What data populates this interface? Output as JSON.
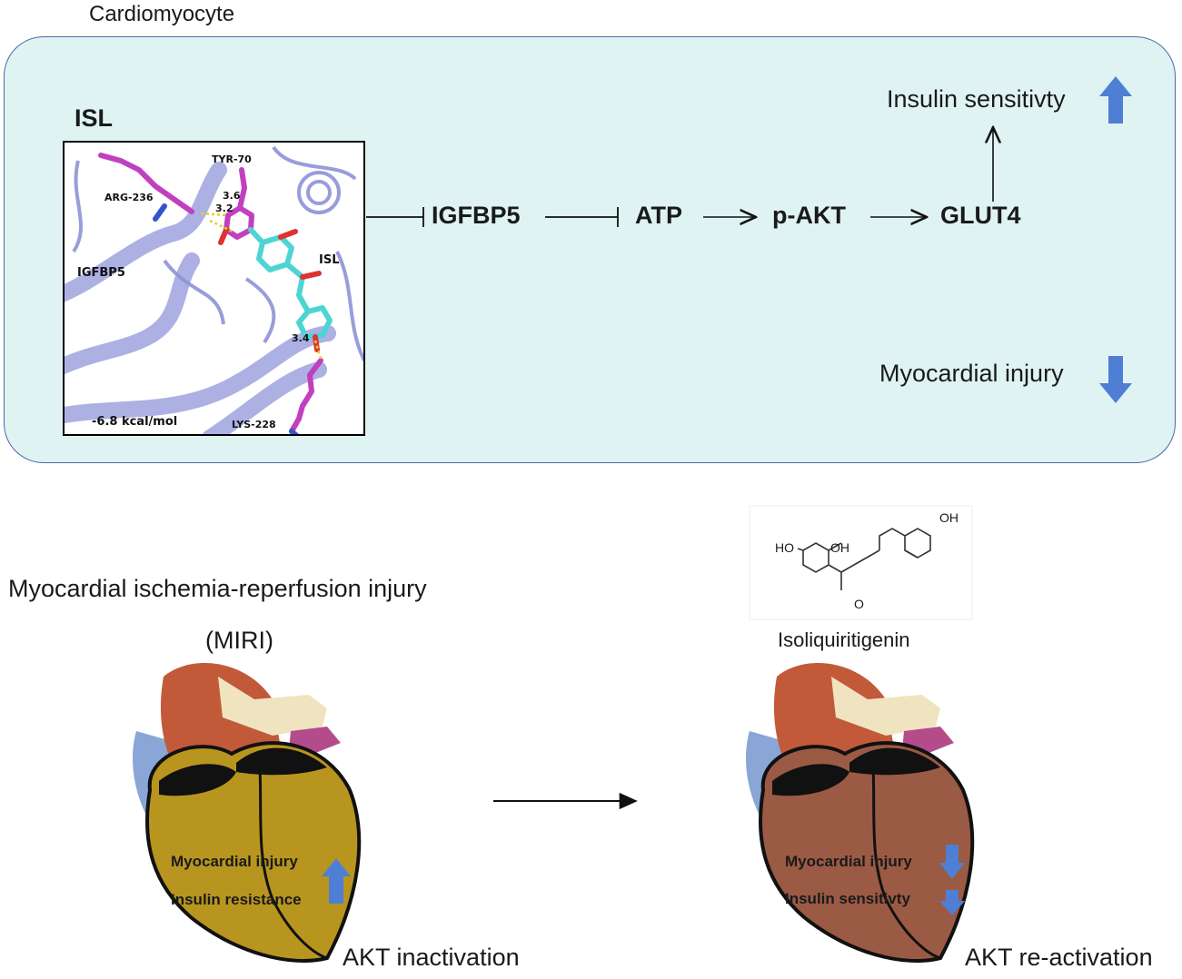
{
  "cell": {
    "title": "Cardiomyocyte"
  },
  "docking": {
    "title": "ISL",
    "residues": {
      "tyr": "TYR-70",
      "arg": "ARG-236",
      "lys": "LYS-228"
    },
    "distances": {
      "d1": "3.6",
      "d2": "3.2",
      "d3": "3.4"
    },
    "ligand_label": "ISL",
    "protein_label": "IGFBP5",
    "energy": "-6.8 kcal/mol"
  },
  "pathway": {
    "nodes": [
      "IGFBP5",
      "ATP",
      "p-AKT",
      "GLUT4"
    ],
    "insulin_sensitivity": "Insulin sensitivty",
    "myocardial_injury": "Myocardial injury"
  },
  "bottom": {
    "title": "Myocardial ischemia-reperfusion injury",
    "abbrev": "(MIRI)",
    "compound": "Isoliquiritigenin",
    "compound_atoms": {
      "ho": "HO",
      "oh1": "OH",
      "oh2": "OH",
      "o": "O"
    },
    "left_heart": {
      "line1": "Myocardial injury",
      "line2": "Insulin resistance",
      "caption": "AKT inactivation"
    },
    "right_heart": {
      "line1": "Myocardial injury",
      "line2": "Insulin sensitivty",
      "caption": "AKT re-activation"
    }
  },
  "colors": {
    "cell_fill": "#dff3f3",
    "cell_border": "#4a6aa8",
    "arrow_blue": "#4f7fd4",
    "heart_injured": "#b8951f",
    "heart_recovered": "#9b5a44",
    "ligand": "#4fd4d4",
    "residue": "#c040c0"
  }
}
